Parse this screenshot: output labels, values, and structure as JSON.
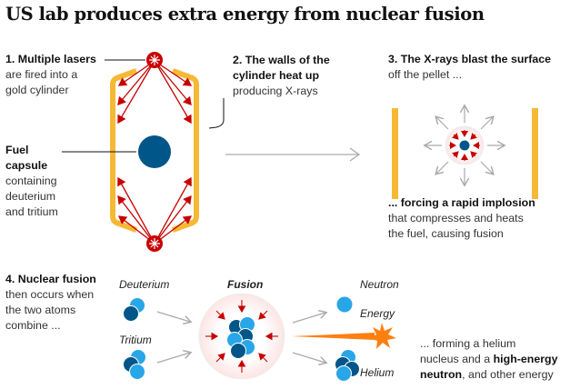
{
  "title": "US lab produces extra energy from nuclear fusion",
  "step1": {
    "bold": "1. Multiple lasers",
    "lines": [
      "are fired into a",
      "gold cylinder"
    ]
  },
  "step2": {
    "bold_lines": [
      "2. The walls of the",
      "cylinder heat up"
    ],
    "normal": "producing X-rays"
  },
  "step3": {
    "bold": "3. The X-rays blast the surface",
    "normal": "off the pellet ..."
  },
  "implosion": {
    "bold": "... forcing a rapid implosion",
    "lines": [
      "that compresses and heats",
      "the fuel, causing fusion"
    ]
  },
  "fuel": {
    "bold_lines": [
      "Fuel",
      "capsule"
    ],
    "lines": [
      "containing",
      "deuterium",
      "and tritium"
    ]
  },
  "step4": {
    "bold": "4. Nuclear fusion",
    "lines": [
      "then occurs when",
      "the two atoms",
      "combine ..."
    ]
  },
  "labels": {
    "deuterium": "Deuterium",
    "tritium": "Tritium",
    "fusion": "Fusion",
    "neutron": "Neutron",
    "energy": "Energy",
    "helium": "Helium"
  },
  "result": {
    "line1": "... forming a helium",
    "line2_normal": "nucleus and a ",
    "line2_bold": "high-energy",
    "line3_bold": "neutron",
    "line3_normal": ", and other energy"
  },
  "colors": {
    "gold": "#f5b935",
    "laser_red": "#c70000",
    "capsule_blue": "#005689",
    "light_blue": "#28a6e8",
    "grey": "#b0b0b0",
    "energy_orange": "#ff7f0f"
  }
}
